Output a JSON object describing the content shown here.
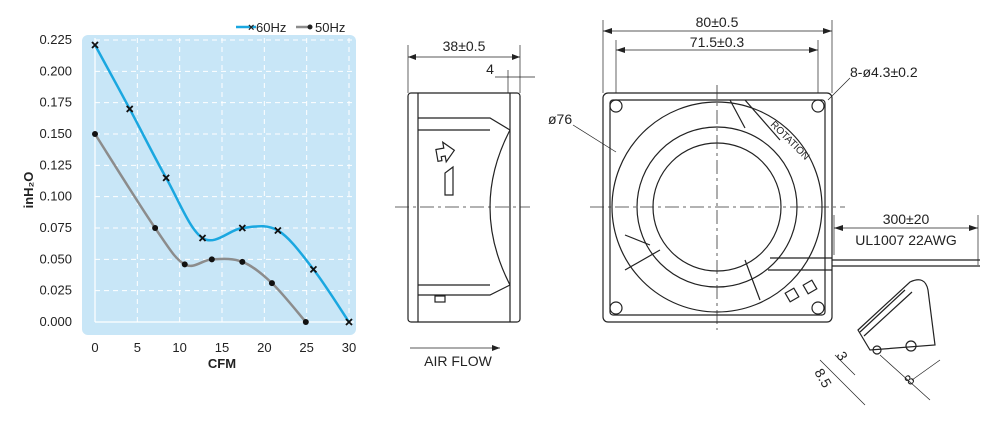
{
  "chart_data": {
    "type": "line",
    "title": "",
    "xlabel": "CFM",
    "ylabel": "inH₂O",
    "xlim": [
      0,
      30
    ],
    "ylim": [
      0,
      0.225
    ],
    "grid": true,
    "legend_position": "top-right",
    "x_ticks": [
      "0",
      "5",
      "10",
      "15",
      "20",
      "25",
      "30"
    ],
    "y_ticks": [
      "0.000",
      "0.025",
      "0.050",
      "0.075",
      "0.100",
      "0.125",
      "0.150",
      "0.175",
      "0.200",
      "0.225"
    ],
    "series": [
      {
        "name": "60Hz",
        "color": "#1aa7e0",
        "marker": "x",
        "x": [
          0,
          4.1,
          8.4,
          12.7,
          17.4,
          21.6,
          25.8,
          30
        ],
        "y": [
          0.221,
          0.17,
          0.115,
          0.067,
          0.075,
          0.073,
          0.042,
          0.0
        ]
      },
      {
        "name": "50Hz",
        "color": "#8c8c8c",
        "marker": "dot",
        "x": [
          0,
          7.1,
          10.6,
          13.8,
          17.4,
          20.9,
          24.9
        ],
        "y": [
          0.15,
          0.075,
          0.046,
          0.05,
          0.048,
          0.031,
          0.0
        ]
      }
    ],
    "plot_bg": "#c8e6f7"
  },
  "diagram": {
    "side_width": "38±0.5",
    "side_flange": "4",
    "air_flow": "AIR FLOW",
    "frame_size": "80±0.5",
    "hole_pitch": "71.5±0.3",
    "holes": "8-ø4.3±0.2",
    "diameter": "ø76",
    "rotation": "ROTATION",
    "lead_length": "300±20",
    "lead_spec": "UL1007  22AWG",
    "term_a": "8.5",
    "term_b": "3",
    "term_c": "8"
  }
}
